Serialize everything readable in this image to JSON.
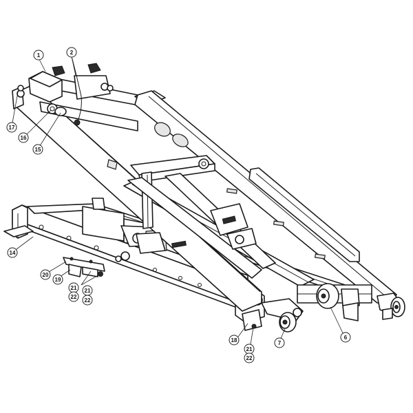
{
  "callouts": [
    "1",
    "2",
    "17",
    "16",
    "15",
    "14",
    "20",
    "19",
    "21",
    "22",
    "18",
    "7",
    "6"
  ],
  "stacked_labels": [
    "21",
    "22"
  ]
}
